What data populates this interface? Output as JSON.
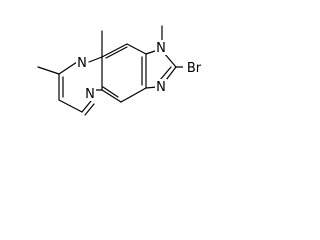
{
  "molecule": {
    "atoms": {
      "n_imidazole_methyl": "N",
      "n_imidazole_ring": "N",
      "n_pyrazine_top": "N",
      "n_pyrazine_bottom": "N",
      "bromine": "Br"
    },
    "colors": {
      "ink": "#000000",
      "background": "#ffffff"
    }
  }
}
